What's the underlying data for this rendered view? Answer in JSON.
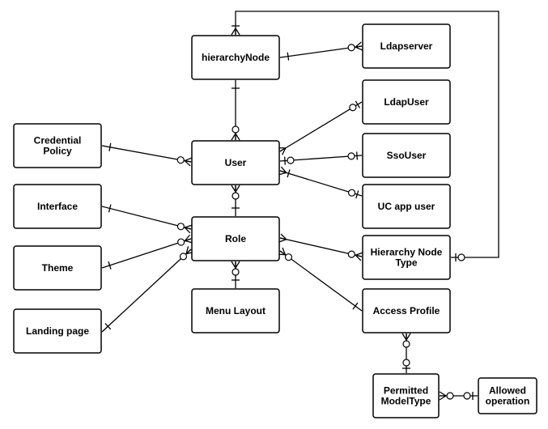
{
  "diagram": {
    "type": "entity-relationship",
    "colors": {
      "stroke": "#000000",
      "fill": "#ffffff"
    },
    "entities": {
      "hierarchyNode": [
        "hierarchyNode"
      ],
      "ldapserver": [
        "Ldapserver"
      ],
      "ldapuser": [
        "LdapUser"
      ],
      "ssouser": [
        "SsoUser"
      ],
      "ucappuser": [
        "UC app user"
      ],
      "credential": [
        "Credential",
        "Policy"
      ],
      "user": [
        "User"
      ],
      "interface": [
        "Interface"
      ],
      "role": [
        "Role"
      ],
      "theme": [
        "Theme"
      ],
      "hnt": [
        "Hierarchy Node",
        "Type"
      ],
      "landing": [
        "Landing page"
      ],
      "menu": [
        "Menu Layout"
      ],
      "access": [
        "Access Profile"
      ],
      "permitted": [
        "Permitted",
        "ModelType"
      ],
      "allowed": [
        "Allowed",
        "operation"
      ]
    },
    "relationships": [
      {
        "from": "hierarchyNode",
        "to": "ldapserver",
        "from_end": "one",
        "to_end": "zero-many"
      },
      {
        "from": "hierarchyNode",
        "to": "user",
        "from_end": "one",
        "to_end": "zero-many"
      },
      {
        "from": "hnt",
        "to": "hierarchyNode",
        "from_end": "zero-one",
        "to_end": "one-many"
      },
      {
        "from": "credential",
        "to": "user",
        "from_end": "one",
        "to_end": "zero-many"
      },
      {
        "from": "user",
        "to": "ldapuser",
        "from_end": "many",
        "to_end": "zero-one"
      },
      {
        "from": "user",
        "to": "ssouser",
        "from_end": "zero-one",
        "to_end": "zero-one"
      },
      {
        "from": "user",
        "to": "ucappuser",
        "from_end": "one-many",
        "to_end": "zero-one"
      },
      {
        "from": "user",
        "to": "role",
        "from_end": "zero-many",
        "to_end": "one"
      },
      {
        "from": "interface",
        "to": "role",
        "from_end": "one",
        "to_end": "zero-many"
      },
      {
        "from": "theme",
        "to": "role",
        "from_end": "one",
        "to_end": "zero-many"
      },
      {
        "from": "landing",
        "to": "role",
        "from_end": "one",
        "to_end": "zero-many"
      },
      {
        "from": "role",
        "to": "hnt",
        "from_end": "many",
        "to_end": "zero-many"
      },
      {
        "from": "role",
        "to": "access",
        "from_end": "zero-many",
        "to_end": "one"
      },
      {
        "from": "role",
        "to": "menu",
        "from_end": "zero-many",
        "to_end": "one"
      },
      {
        "from": "access",
        "to": "permitted",
        "from_end": "zero-many",
        "to_end": "zero-one"
      },
      {
        "from": "permitted",
        "to": "allowed",
        "from_end": "zero-many",
        "to_end": "zero-one"
      }
    ]
  }
}
